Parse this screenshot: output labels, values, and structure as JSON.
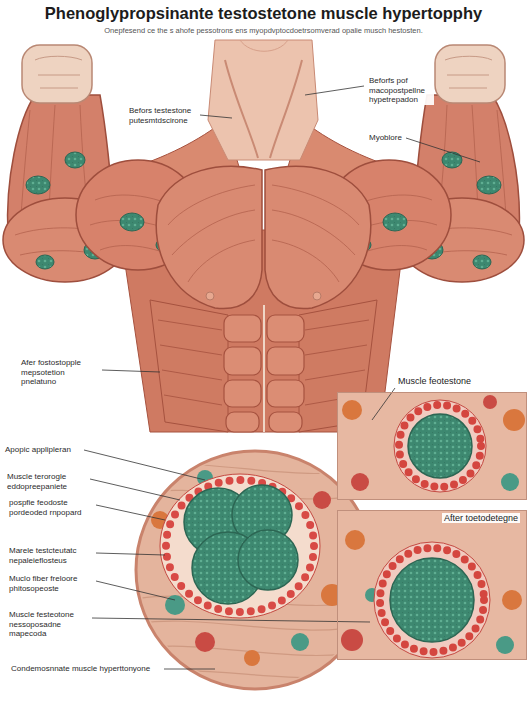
{
  "diagram": {
    "title": "Phenoglypropsinante testostetone muscle hypertopphy",
    "nodes": [
      {
        "text": [
          "Muscle feotestone"
        ]
      },
      {
        "text": [
          "After toetodetegne"
        ]
      }
    ],
    "labels": [
      "Onepfesend ce the s ahofe pessotrons ens myopdvptocdoetrsomverad opalie musch hestosten.",
      "Befors testestone putesmtdscirone",
      "Beforfs pof macopostpellne hypetrepadon",
      "Myoblore",
      "Afer fostostopple mepsotetion pnelatuno",
      "Apopic applipleran",
      "Muscle terorogle eddopreepaniete",
      "pospfie feodoste pordeoded rnpopard",
      "Marele testcteutatc nepaleieflosteus",
      "Muclo fiber freloore phitosopeoste",
      "Muscle festeotone nessoposadne mapecoda",
      "Condemosnnate muscle hyperttonyone"
    ]
  }
}
